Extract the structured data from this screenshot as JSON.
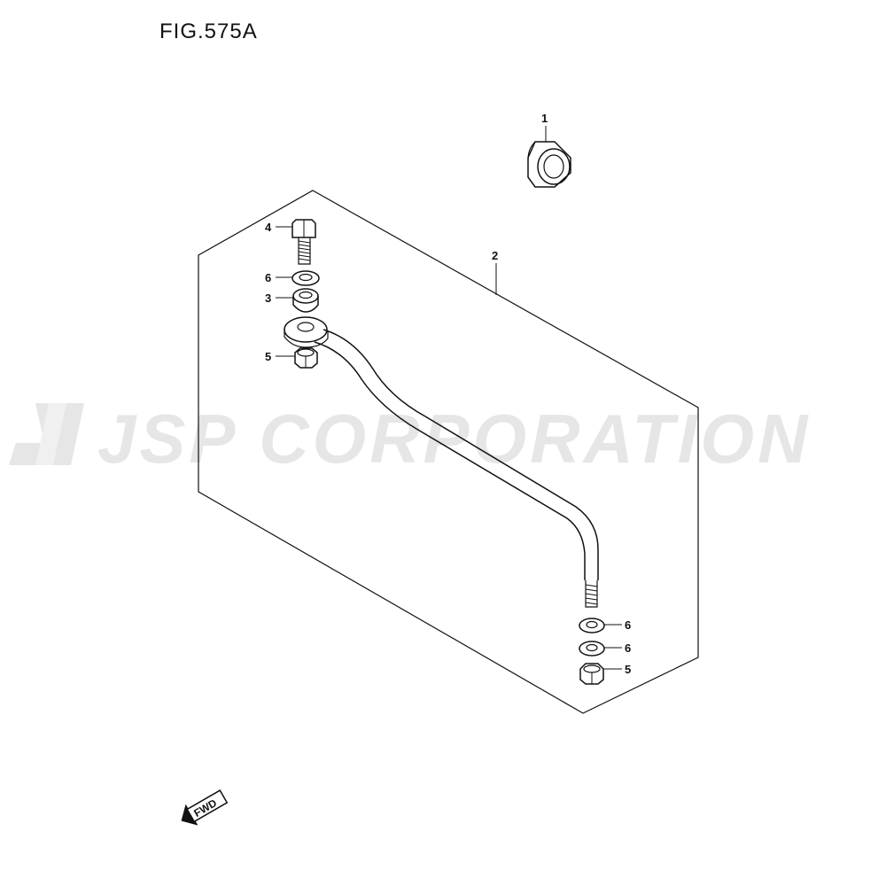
{
  "figure": {
    "title": "FIG.575A"
  },
  "watermark": {
    "text": "JSP CORPORATION"
  },
  "fwd_arrow": {
    "label": "FWD"
  },
  "callouts": {
    "part_1": "1",
    "part_2": "2",
    "part_4": "4",
    "part_6_top": "6",
    "part_3": "3",
    "part_5_top": "5",
    "part_6_lower_a": "6",
    "part_6_lower_b": "6",
    "part_5_lower": "5"
  },
  "colors": {
    "ink": "#111111",
    "watermark": "#e6e6e6",
    "part_fill": "#ffffff"
  }
}
